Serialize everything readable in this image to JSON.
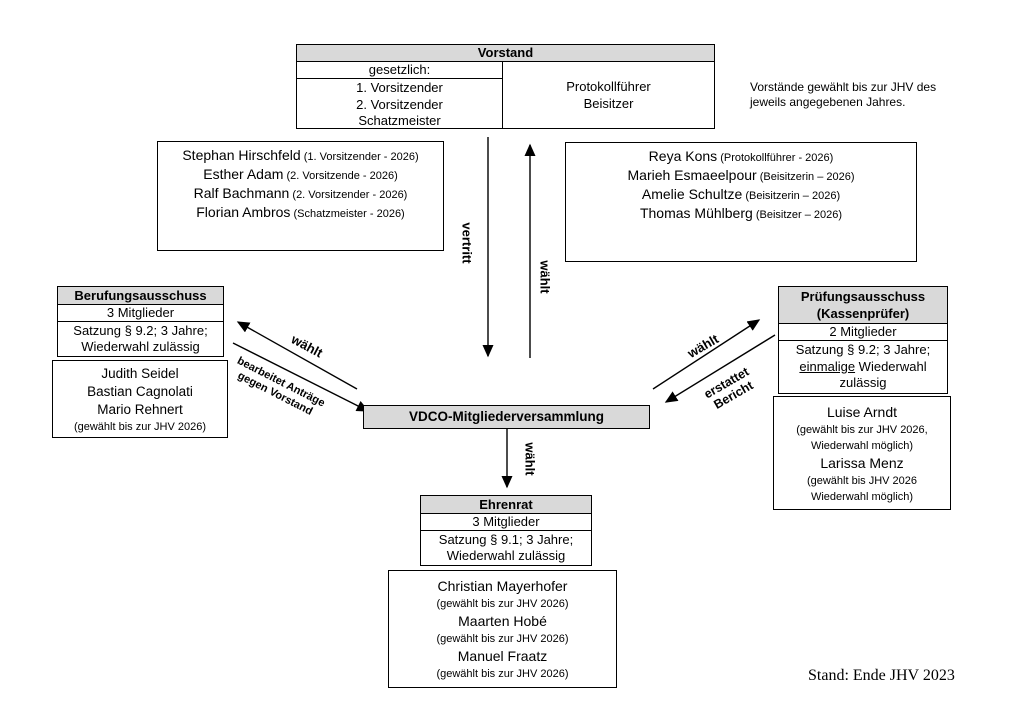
{
  "colors": {
    "header_fill": "#d9d9d9",
    "border": "#000000",
    "background": "#ffffff"
  },
  "vorstand": {
    "title": "Vorstand",
    "left_header": "gesetzlich:",
    "left_items": [
      "1. Vorsitzender",
      "2. Vorsitzender",
      "Schatzmeister"
    ],
    "right_items": [
      "Protokollführer",
      "Beisitzer"
    ]
  },
  "note": {
    "text": "Vorstände gewählt bis zur JHV des jeweils angegebenen Jahres."
  },
  "left_members": [
    {
      "name": "Stephan Hirschfeld",
      "detail": " (1. Vorsitzender - 2026)"
    },
    {
      "name": "Esther Adam",
      "detail": " (2. Vorsitzende - 2026)"
    },
    {
      "name": "Ralf Bachmann",
      "detail": " (2. Vorsitzender - 2026)"
    },
    {
      "name": "Florian Ambros",
      "detail": " (Schatzmeister - 2026)"
    }
  ],
  "right_members": [
    {
      "name": "Reya Kons",
      "detail": " (Protokollführer - 2026)"
    },
    {
      "name": "Marieh Esmaeelpour",
      "detail": " (Beisitzerin – 2026)"
    },
    {
      "name": "Amelie Schultze",
      "detail": " (Beisitzerin – 2026)"
    },
    {
      "name": "Thomas Mühlberg",
      "detail": " (Beisitzer – 2026)"
    }
  ],
  "berufung": {
    "title": "Berufungsausschuss",
    "count": "3 Mitglieder",
    "rule1": "Satzung § 9.2; 3 Jahre;",
    "rule2": "Wiederwahl zulässig",
    "members": [
      "Judith Seidel",
      "Bastian Cagnolati",
      "Mario Rehnert"
    ],
    "members_note": "(gewählt bis zur JHV 2026)"
  },
  "pruefung": {
    "title1": "Prüfungsausschuss",
    "title2": "(Kassenprüfer)",
    "count": "2 Mitglieder",
    "rule1": "Satzung § 9.2; 3 Jahre;",
    "rule2_underlined": "einmalige",
    "rule2_rest": " Wiederwahl",
    "rule3": "zulässig",
    "members": [
      {
        "name": "Luise Arndt",
        "d1": "(gewählt bis zur JHV 2026,",
        "d2": "Wiederwahl möglich)"
      },
      {
        "name": "Larissa Menz",
        "d1": "(gewählt bis JHV 2026",
        "d2": "Wiederwahl möglich)"
      }
    ]
  },
  "versammlung": {
    "title": "VDCO-Mitgliederversammlung"
  },
  "ehrenrat": {
    "title": "Ehrenrat",
    "count": "3 Mitglieder",
    "rule1": "Satzung § 9.1; 3 Jahre;",
    "rule2": "Wiederwahl zulässig",
    "members": [
      {
        "name": "Christian Mayerhofer",
        "detail": "(gewählt bis zur JHV 2026)"
      },
      {
        "name": "Maarten Hobé",
        "detail": "(gewählt bis zur JHV 2026)"
      },
      {
        "name": "Manuel Fraatz",
        "detail": "(gewählt bis zur JHV 2026)"
      }
    ]
  },
  "labels": {
    "vertritt": "vertritt",
    "waehlt": "wählt",
    "bearbeitet1": "bearbeitet Anträge",
    "bearbeitet2": "gegen Vorstand",
    "erstattet1": "erstattet",
    "erstattet2": "Bericht"
  },
  "footer": {
    "stand": "Stand: Ende JHV 2023"
  }
}
